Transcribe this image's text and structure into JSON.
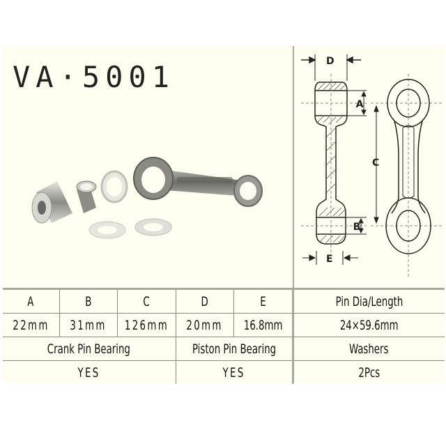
{
  "title": "VA·5001",
  "diagram": {
    "labels": {
      "A": "A",
      "B": "B",
      "C": "C",
      "D": "D",
      "E": "E"
    }
  },
  "photo": {
    "description": "connecting rod kit: rod, crank pin, needle bearings, washers"
  },
  "spec_table": {
    "dimension_headers": [
      "A",
      "B",
      "C",
      "D",
      "E"
    ],
    "dimension_values": [
      "22mm",
      "31mm",
      "126mm",
      "20mm",
      "16.8mm"
    ],
    "pin_header": "Pin Dia/Length",
    "pin_value": "24×59.6mm",
    "component_headers": [
      "Crank Pin Bearing",
      "Piston Pin Bearing",
      "Washers"
    ],
    "component_values": [
      "YES",
      "YES",
      "2Pcs"
    ]
  },
  "colors": {
    "background": "#fefef0",
    "grid_line": "#a8a8a0",
    "text": "#111111"
  }
}
